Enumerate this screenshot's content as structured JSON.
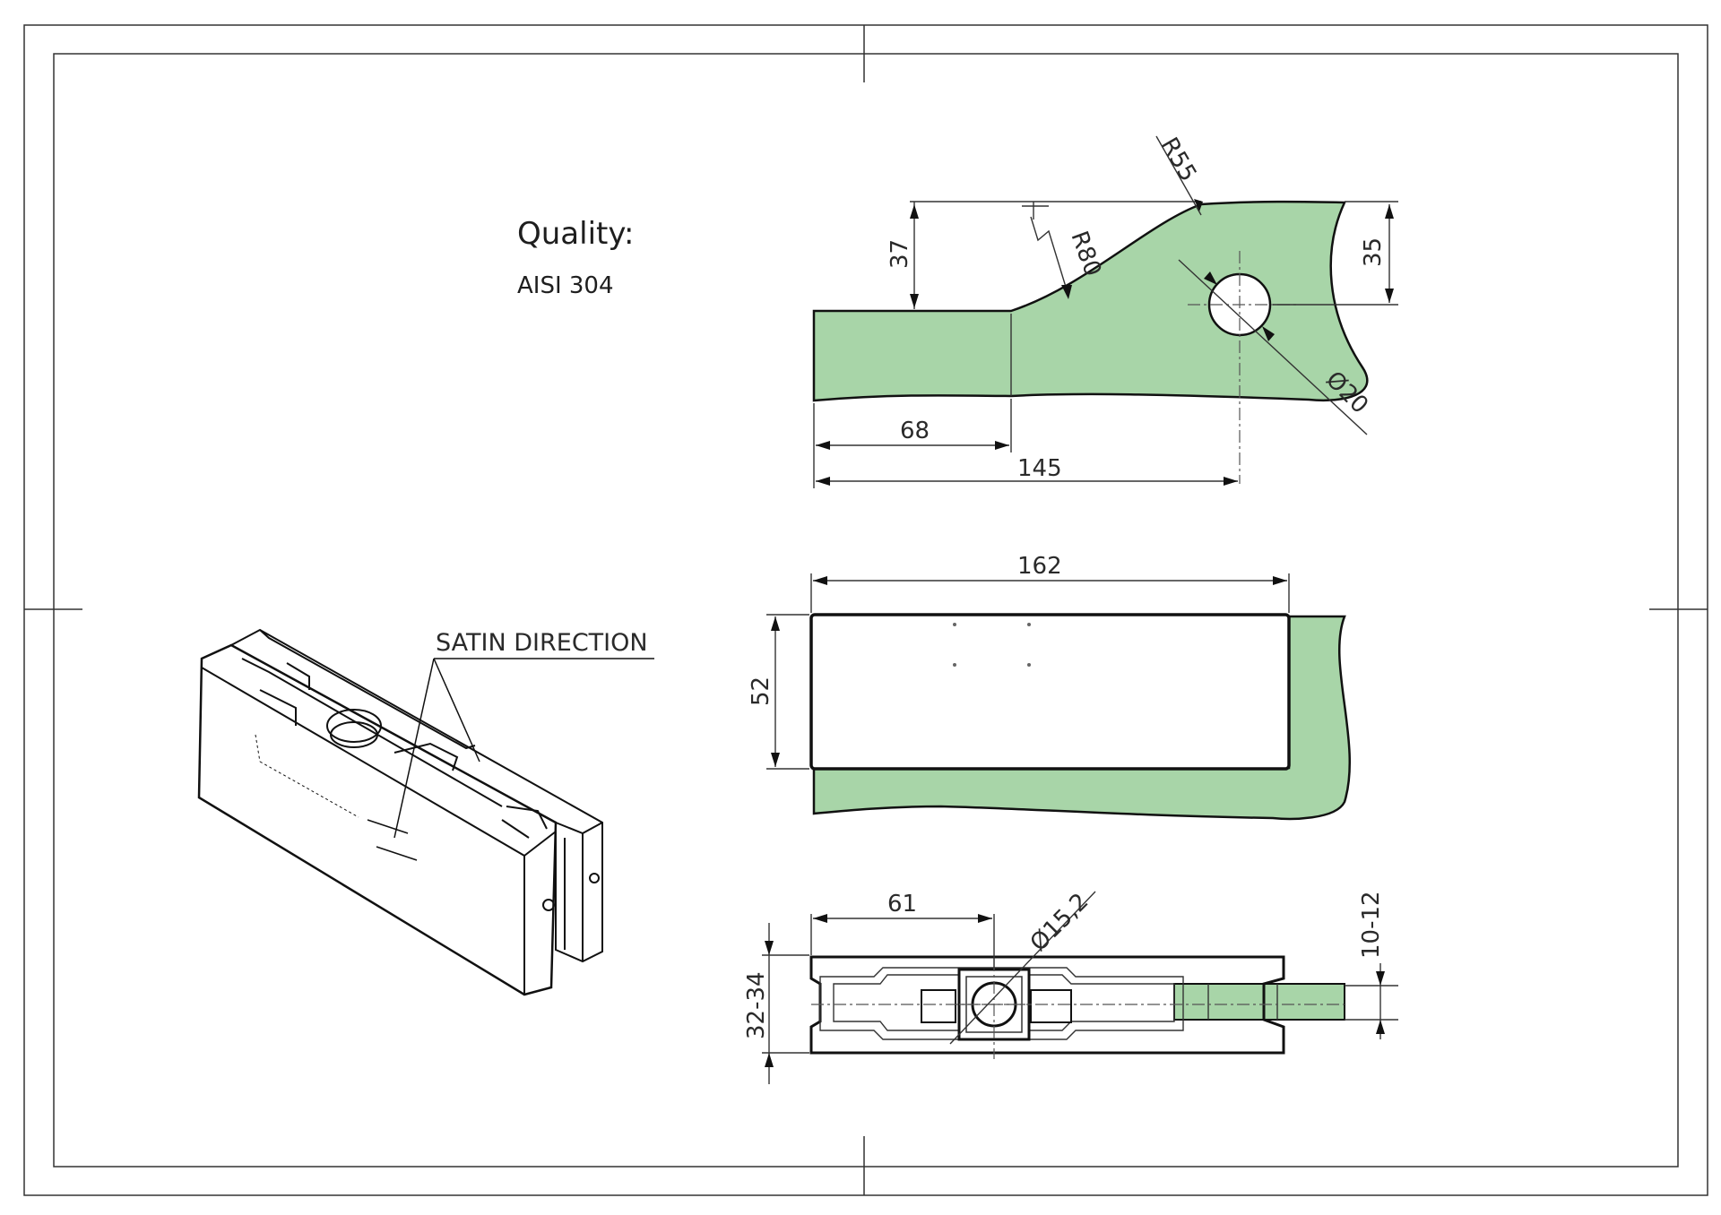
{
  "drawing": {
    "quality_label": "Quality:",
    "material": "AISI 304",
    "satin_note": "SATIN DIRECTION",
    "dimensions": {
      "top_radius_outer": "R55",
      "top_radius_inner": "R80",
      "top_height_left": "37",
      "top_height_right": "35",
      "top_hole_diameter": "Ø20",
      "top_len_short": "68",
      "top_len_long": "145",
      "mid_width": "162",
      "mid_height": "52",
      "bottom_len": "61",
      "bottom_diameter": "Ø15,2",
      "bottom_glass": "10-12",
      "bottom_height": "32-34"
    },
    "colors": {
      "glass_fill": "#a8d5a8",
      "line": "#111111",
      "paper": "#ffffff"
    }
  }
}
